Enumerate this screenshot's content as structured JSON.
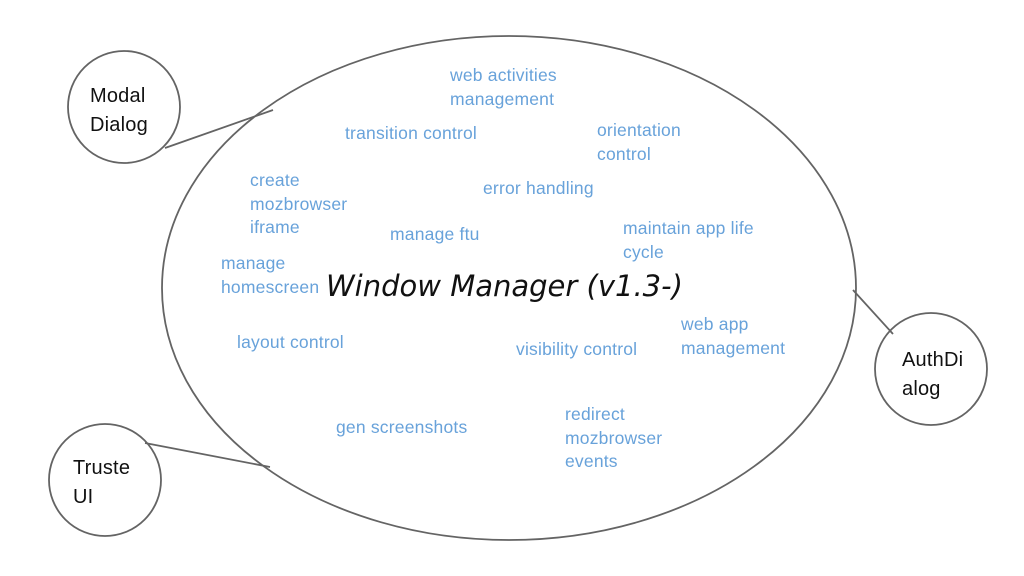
{
  "diagram": {
    "title": "Window Manager (v1.3-)",
    "features": {
      "web_activities": "web activities\nmanagement",
      "transition_control": "transition control",
      "orientation_control": "orientation\ncontrol",
      "error_handling": "error handling",
      "create_mozbrowser_iframe": "create\nmozbrowser\niframe",
      "manage_ftu": "manage ftu",
      "maintain_app_life_cycle": "maintain app life\ncycle",
      "manage_homescreen": "manage\nhomescreen",
      "layout_control": "layout control",
      "visibility_control": "visibility control",
      "web_app_management": "web app\nmanagement",
      "gen_screenshots": "gen screenshots",
      "redirect_mozbrowser_events": "redirect\nmozbrowser\nevents"
    },
    "satellites": {
      "modal_dialog": "Modal\nDialog",
      "trusted_ui": "Truste\nUI",
      "auth_dialog": "AuthDi\nalog"
    },
    "colors": {
      "feature_text": "#68A2DA",
      "outline": "#646464",
      "title_text": "#111111"
    }
  }
}
